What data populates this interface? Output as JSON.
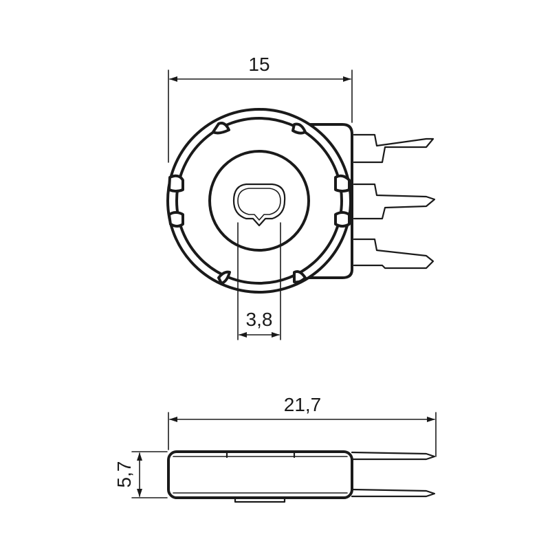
{
  "dimensions": {
    "width_top": "15",
    "shaft_width": "3,8",
    "length_side": "21,7",
    "height_side": "5,7"
  },
  "colors": {
    "line": "#1a1a1a",
    "background": "#ffffff"
  }
}
